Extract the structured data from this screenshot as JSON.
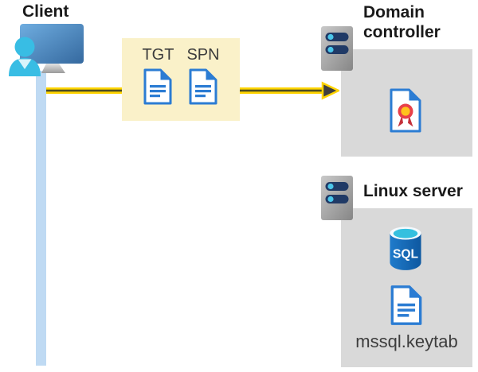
{
  "client": {
    "label": "Client"
  },
  "tickets": {
    "items": [
      {
        "label": "TGT",
        "icon": "document-icon"
      },
      {
        "label": "SPN",
        "icon": "document-icon"
      }
    ]
  },
  "domain_controller": {
    "label": "Domain controller",
    "icons": [
      "server-icon",
      "certificate-icon"
    ]
  },
  "linux_server": {
    "label": "Linux server",
    "sql_label": "SQL",
    "keytab_label": "mssql.keytab",
    "icons": [
      "server-icon",
      "sql-database-icon",
      "document-icon"
    ]
  },
  "colors": {
    "ticket_box_yellow": "#FAF1C9",
    "panel_gray": "#D9D9D9",
    "lifeline_blue": "#BFDAF3",
    "arrow_yellow": "#FFD400",
    "arrow_core": "#4D4D21",
    "arrow_head": "#3F3F3F",
    "document_blue": "#2B7CD3",
    "certificate_red": "#E8404A",
    "certificate_gold": "#FFC31E",
    "sql_body_blue": "#1368B4",
    "sql_top_cyan": "#35C0DF",
    "server_slot_navy": "#203A66",
    "server_dot_cyan": "#4AC6EA",
    "heading_text": "#1A1A1A",
    "label_text": "#3C3C3C"
  }
}
